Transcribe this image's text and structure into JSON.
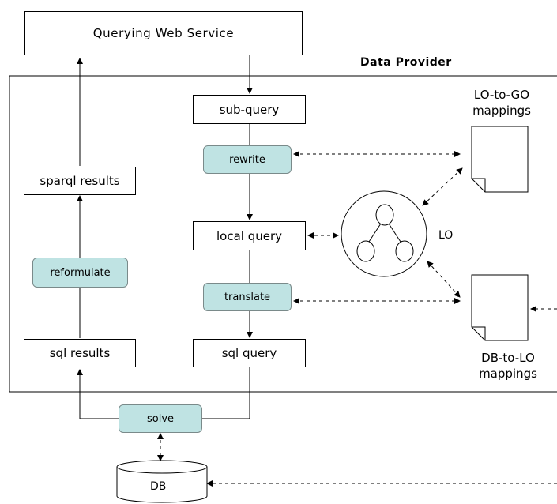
{
  "web_service": {
    "label": "Querying Web Service"
  },
  "provider": {
    "title": "Data Provider"
  },
  "nodes": {
    "sub_query": "sub-query",
    "rewrite": "rewrite",
    "local_query": "local query",
    "translate": "translate",
    "sql_query": "sql query",
    "sparql_results": "sparql results",
    "reformulate": "reformulate",
    "sql_results": "sql results",
    "solve": "solve",
    "db": "DB",
    "lo": "LO"
  },
  "documents": {
    "lo_to_go": {
      "line1": "LO-to-GO",
      "line2": "mappings"
    },
    "db_to_lo": {
      "line1": "DB-to-LO",
      "line2": "mappings"
    }
  }
}
